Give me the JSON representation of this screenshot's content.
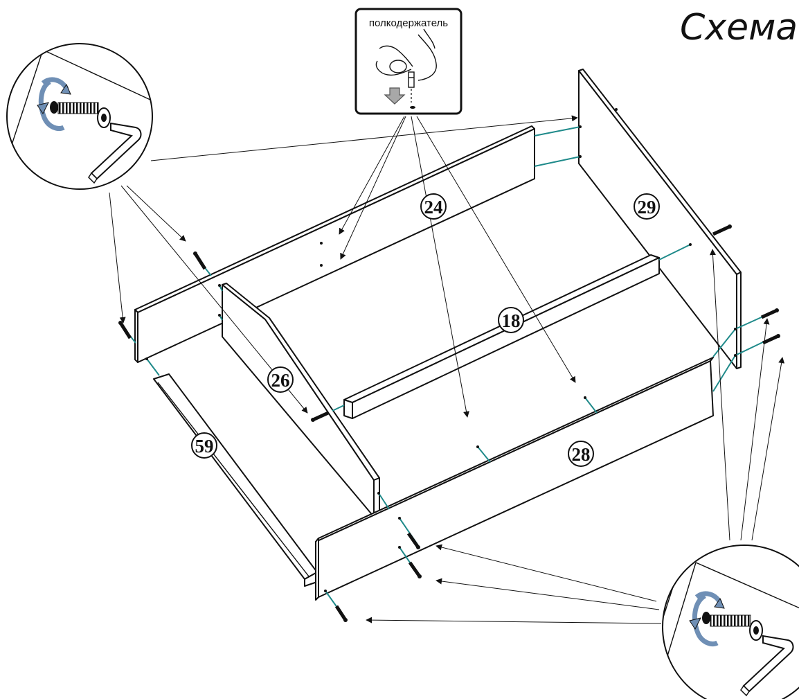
{
  "title": "Схема",
  "shelf_pin_callout": {
    "label": "полкодержатель"
  },
  "parts": {
    "p24": "24",
    "p29": "29",
    "p18": "18",
    "p26": "26",
    "p59": "59",
    "p28": "28"
  },
  "icons": {
    "screw_detail": "confirmat-screw-hex-key-icon",
    "shelf_pin": "shelf-pin-icon",
    "down_arrow": "arrow-down-icon"
  },
  "colors": {
    "dowel_line": "#1f8a8a",
    "rotate_arrow": "#6f8fb5",
    "ink": "#111111"
  }
}
